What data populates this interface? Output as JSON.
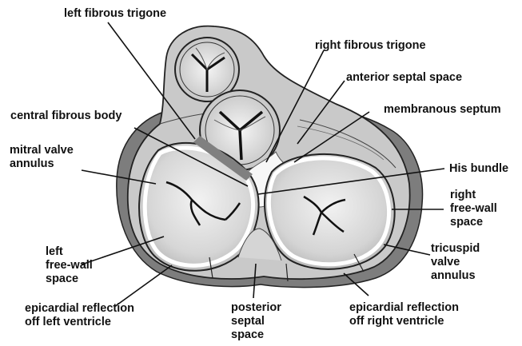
{
  "labels": {
    "left_fibrous_trigone": "left fibrous trigone",
    "right_fibrous_trigone": "right fibrous trigone",
    "anterior_septal_space": "anterior septal space",
    "central_fibrous_body": "central fibrous body",
    "membranous_septum": "membranous septum",
    "mitral_valve_annulus": "mitral valve\nannulus",
    "his_bundle": "His bundle",
    "right_free_wall_space": "right\nfree-wall\nspace",
    "left_free_wall_space": "left\nfree-wall\nspace",
    "tricuspid_valve_annulus": "tricuspid\nvalve\nannulus",
    "epicardial_reflection_left": "epicardial reflection\noff left ventricle",
    "posterior_septal_space": "posterior\nseptal\nspace",
    "epicardial_reflection_right": "epicardial reflection\noff right ventricle"
  },
  "colors": {
    "ink": "#111111",
    "outer_band": "#7d7d7d",
    "body_fill": "#c9c9c9",
    "valve_fill": "#e2e2e2",
    "trigone_marker": "#808080",
    "fibrous_white": "#f7f7f7"
  }
}
